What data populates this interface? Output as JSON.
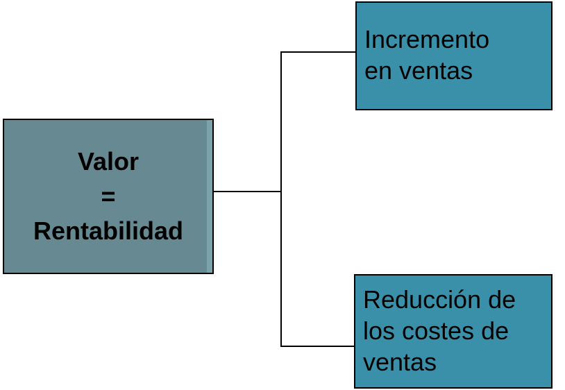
{
  "root": {
    "lines": [
      "Valor",
      "=",
      "Rentabilidad"
    ]
  },
  "branches": [
    {
      "lines": [
        "Incremento",
        "en ventas"
      ]
    },
    {
      "lines": [
        "Reducción de",
        "los costes de",
        "ventas"
      ]
    }
  ],
  "colors": {
    "root_fill": "#678991",
    "branch_fill": "#3a90a8"
  }
}
